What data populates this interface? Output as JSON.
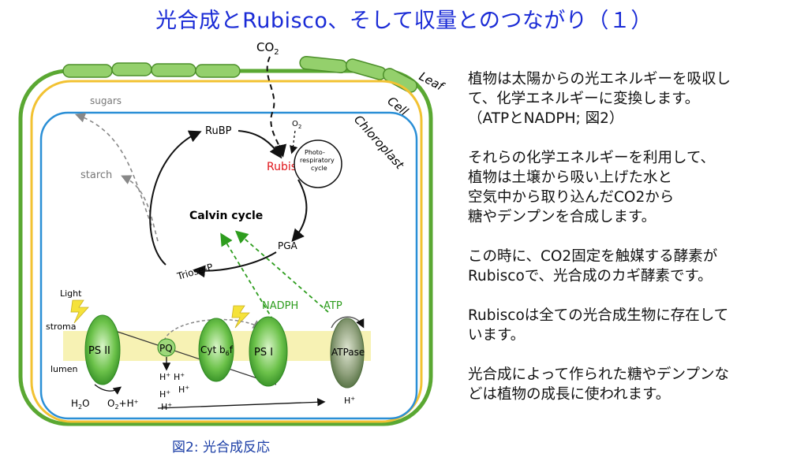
{
  "slide": {
    "title": "光合成とRubisco、そして収量とのつながり（１）",
    "caption": "図2: 光合成反応"
  },
  "diagram": {
    "co2": "CO",
    "co2_sub": "2",
    "leaf": "Leaf",
    "cell": "Cell",
    "chloroplast": "Chloroplast",
    "sugars": "sugars",
    "starch": "starch",
    "rubp": "RuBP",
    "o2": "O",
    "o2_sub": "2",
    "photo_cycle_1": "Photo-",
    "photo_cycle_2": "respiratory",
    "photo_cycle_3": "cycle",
    "rubisco": "Rubisco",
    "calvin": "Calvin cycle",
    "pga": "PGA",
    "triose": "Triose-P",
    "nadph": "NADPH",
    "atp": "ATP",
    "light": "Light",
    "stroma": "stroma",
    "lumen": "lumen",
    "ps2": "PS II",
    "pq": "PQ",
    "cytb6f": "Cyt b",
    "cytb6f_sub": "6",
    "cytb6f_end": "f",
    "ps1": "PS I",
    "atpase": "ATPase",
    "h2o": "H",
    "h2o_sub": "2",
    "h2o_end": "O",
    "o2h": "O",
    "o2h_sub": "2",
    "o2h_end": "+H",
    "hplus": "H",
    "plus": "+",
    "colors": {
      "leaf_outline": "#5aa832",
      "cell_outline": "#f2c232",
      "chloroplast_outline": "#2a8fd6",
      "membrane": "#f7f2b4",
      "rubisco": "#e0141a",
      "green_arrows": "#2e9d1e",
      "title": "#1a2bd6"
    }
  },
  "text": {
    "p1": "植物は太陽からの光エネルギーを吸収し\nて、化学エネルギーに変換します。\n（ATPとNADPH; 図2）",
    "p2": "それらの化学エネルギーを利用して、\n植物は土壌から吸い上げた水と\n空気中から取り込んだCO2から\n糖やデンプンを合成します。",
    "p3": "この時に、CO2固定を触媒する酵素が\nRubiscoで、光合成のカギ酵素です。",
    "p4": "Rubiscoは全ての光合成生物に存在して\nいます。",
    "p5": "光合成によって作られた糖やデンプンな\nどは植物の成長に使われます。"
  }
}
